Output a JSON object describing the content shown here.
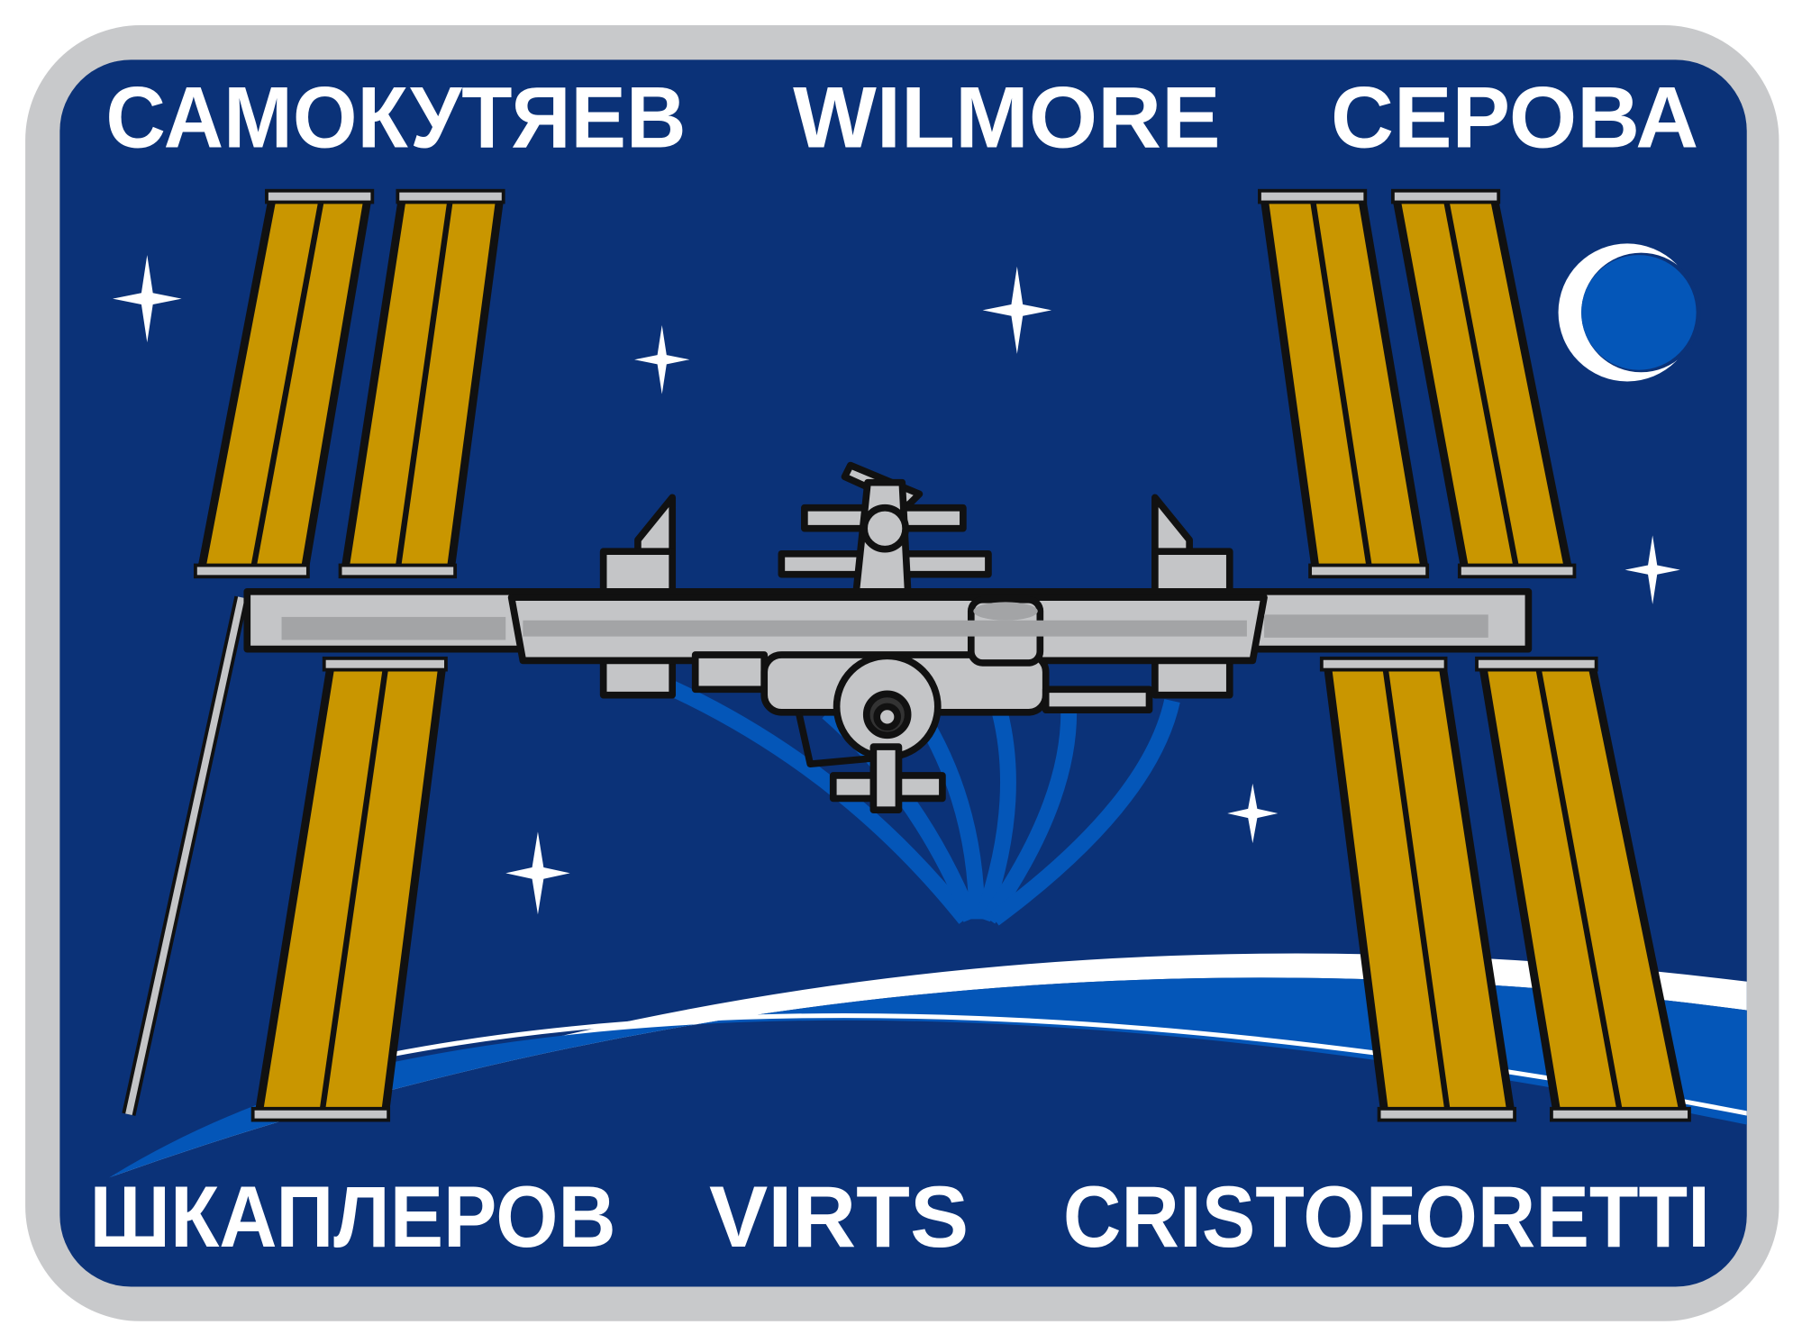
{
  "patch": {
    "top_names": [
      "САМОКУТЯЕВ",
      "WILMORE",
      "СЕРОВА"
    ],
    "bottom_names": [
      "ШКАПЛЕРОВ",
      "VIRTS",
      "CRISTOFORETTI"
    ]
  },
  "colors": {
    "border": "#c8c9cb",
    "background": "#0b3278",
    "earth_blue": "#0456b8",
    "solar_gold": "#c99600",
    "station_gray": "#c4c5c7",
    "outline": "#111111"
  }
}
